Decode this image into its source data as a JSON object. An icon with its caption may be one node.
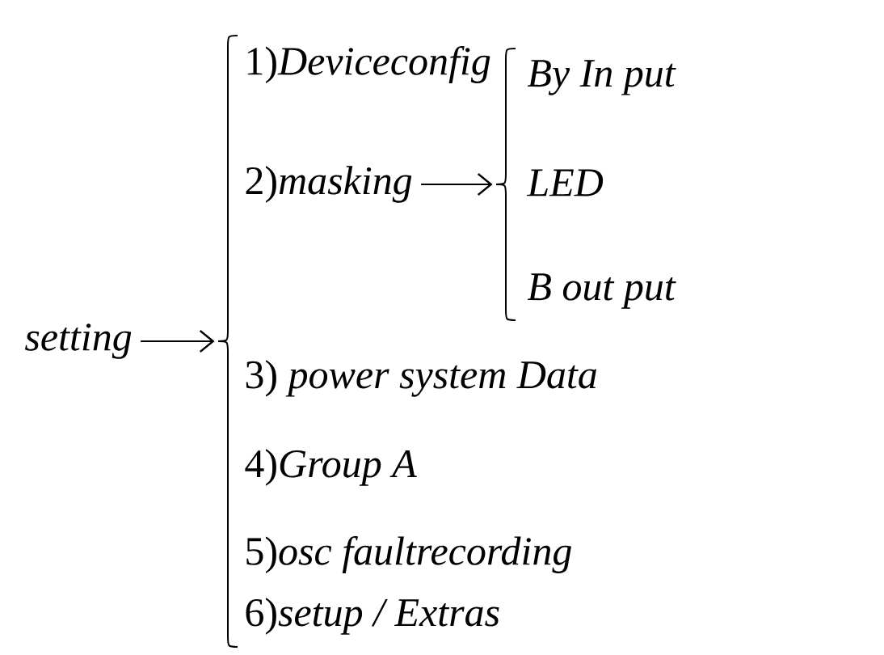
{
  "diagram": {
    "nodes": [
      {
        "text": [
          "setting"
        ]
      },
      {
        "text": [],
        "shape": "brace"
      },
      {
        "text": [
          "1)*Deviceconfig*"
        ]
      },
      {
        "text": [
          "2)*masking*"
        ]
      },
      {
        "text": [],
        "shape": "brace"
      },
      {
        "text": [
          "By In put"
        ]
      },
      {
        "text": [
          "LED"
        ]
      },
      {
        "text": [
          "B out put"
        ]
      },
      {
        "text": [
          "3) *power system Data*"
        ]
      },
      {
        "text": [
          "4)*Group A*"
        ]
      },
      {
        "text": [
          "5)*osc faultrecording*"
        ]
      },
      {
        "text": [
          "6)*setup / Extras*"
        ]
      }
    ],
    "edges": [
      {
        "from": 0,
        "to": 1,
        "arrow": "to"
      },
      {
        "from": 3,
        "to": 4,
        "arrow": "to"
      }
    ]
  }
}
